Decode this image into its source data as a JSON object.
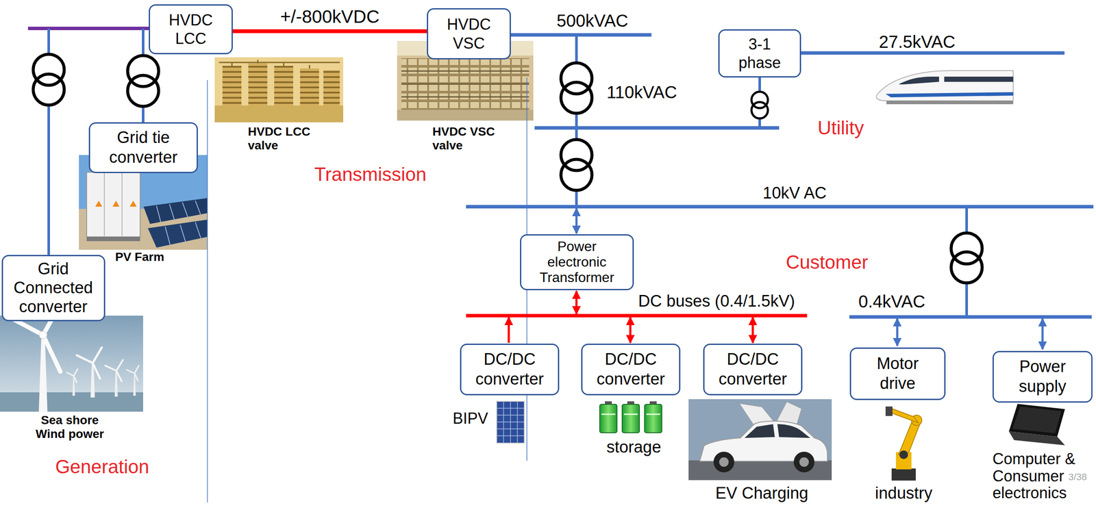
{
  "diagram": {
    "nodes": [
      {
        "text": [
          "HVDC LCC"
        ]
      },
      {
        "text": [
          "HVDC VSC"
        ]
      },
      {
        "text": [
          "3-1 phase"
        ]
      },
      {
        "text": [
          "Grid tie converter"
        ]
      },
      {
        "text": [
          "Power electronic Transformer"
        ]
      },
      {
        "text": [
          "Grid Connected converter"
        ]
      },
      {
        "text": [
          "DC/DC converter"
        ]
      },
      {
        "text": [
          "DC/DC converter"
        ]
      },
      {
        "text": [
          "DC/DC converter"
        ]
      },
      {
        "text": [
          "Motor drive"
        ]
      },
      {
        "text": [
          "Power supply"
        ]
      }
    ],
    "edges": [
      {
        "from": 0,
        "to": 1,
        "label": "+/-800kVDC",
        "arrow": "none"
      }
    ],
    "labels": [
      "500kVAC",
      "27.5kVAC",
      "110kVAC",
      "HVDC LCC valve",
      "HVDC VSC valve",
      "Utility",
      "Transmission",
      "10kV AC",
      "PV Farm",
      "Customer",
      "DC buses (0.4/1.5kV)",
      "0.4kVAC",
      "Sea shore Wind power",
      "BIPV",
      "storage",
      "Generation",
      "EV Charging",
      "industry",
      "Computer & Consumer electronics",
      "3/38"
    ]
  }
}
